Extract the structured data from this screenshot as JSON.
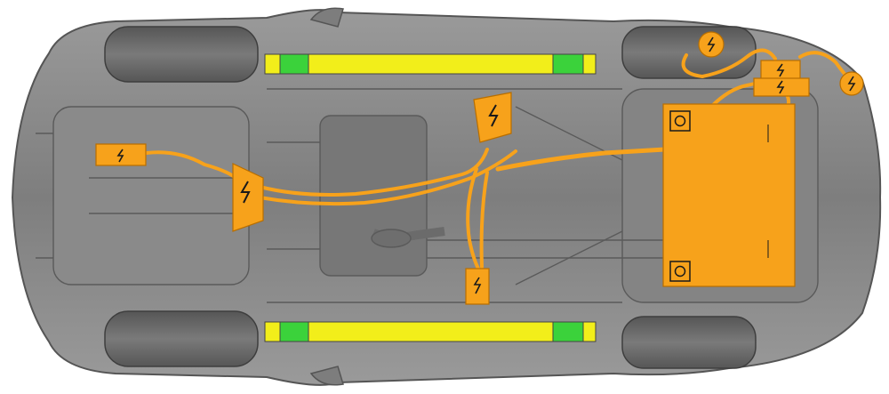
{
  "colors": {
    "background": "#ffffff",
    "body": "#8c8c8c",
    "body_dark": "#5e5e5e",
    "body_light": "#a9a9a9",
    "tire": "#6a6a6a",
    "tire_dark": "#4a4a4a",
    "frame": "#7a7a7a",
    "hv_component": "#f7a21b",
    "hv_cable": "#f7a21b",
    "hv_outline": "#b86e00",
    "sill_strip": "#f2ee1a",
    "jack_point": "#3bd23b",
    "symbol_stroke": "#1a1a1a"
  },
  "icons": {
    "hv_symbol": "high-voltage-bolt-icon"
  },
  "legend": [],
  "components": [
    {
      "id": "front-inverter",
      "icon": "high-voltage-bolt-icon"
    },
    {
      "id": "front-motor-unit",
      "icon": "high-voltage-bolt-icon"
    },
    {
      "id": "junction-box",
      "icon": "high-voltage-bolt-icon"
    },
    {
      "id": "mid-connector",
      "icon": "high-voltage-bolt-icon"
    },
    {
      "id": "hv-battery-pack",
      "icon": "battery-terminal-icon"
    },
    {
      "id": "rear-junction-upper",
      "icon": "high-voltage-bolt-icon"
    },
    {
      "id": "rear-junction-lower",
      "icon": "high-voltage-bolt-icon"
    },
    {
      "id": "rear-connector-circle",
      "icon": "high-voltage-bolt-icon"
    },
    {
      "id": "rear-connector-circle-right",
      "icon": "high-voltage-bolt-icon"
    }
  ]
}
